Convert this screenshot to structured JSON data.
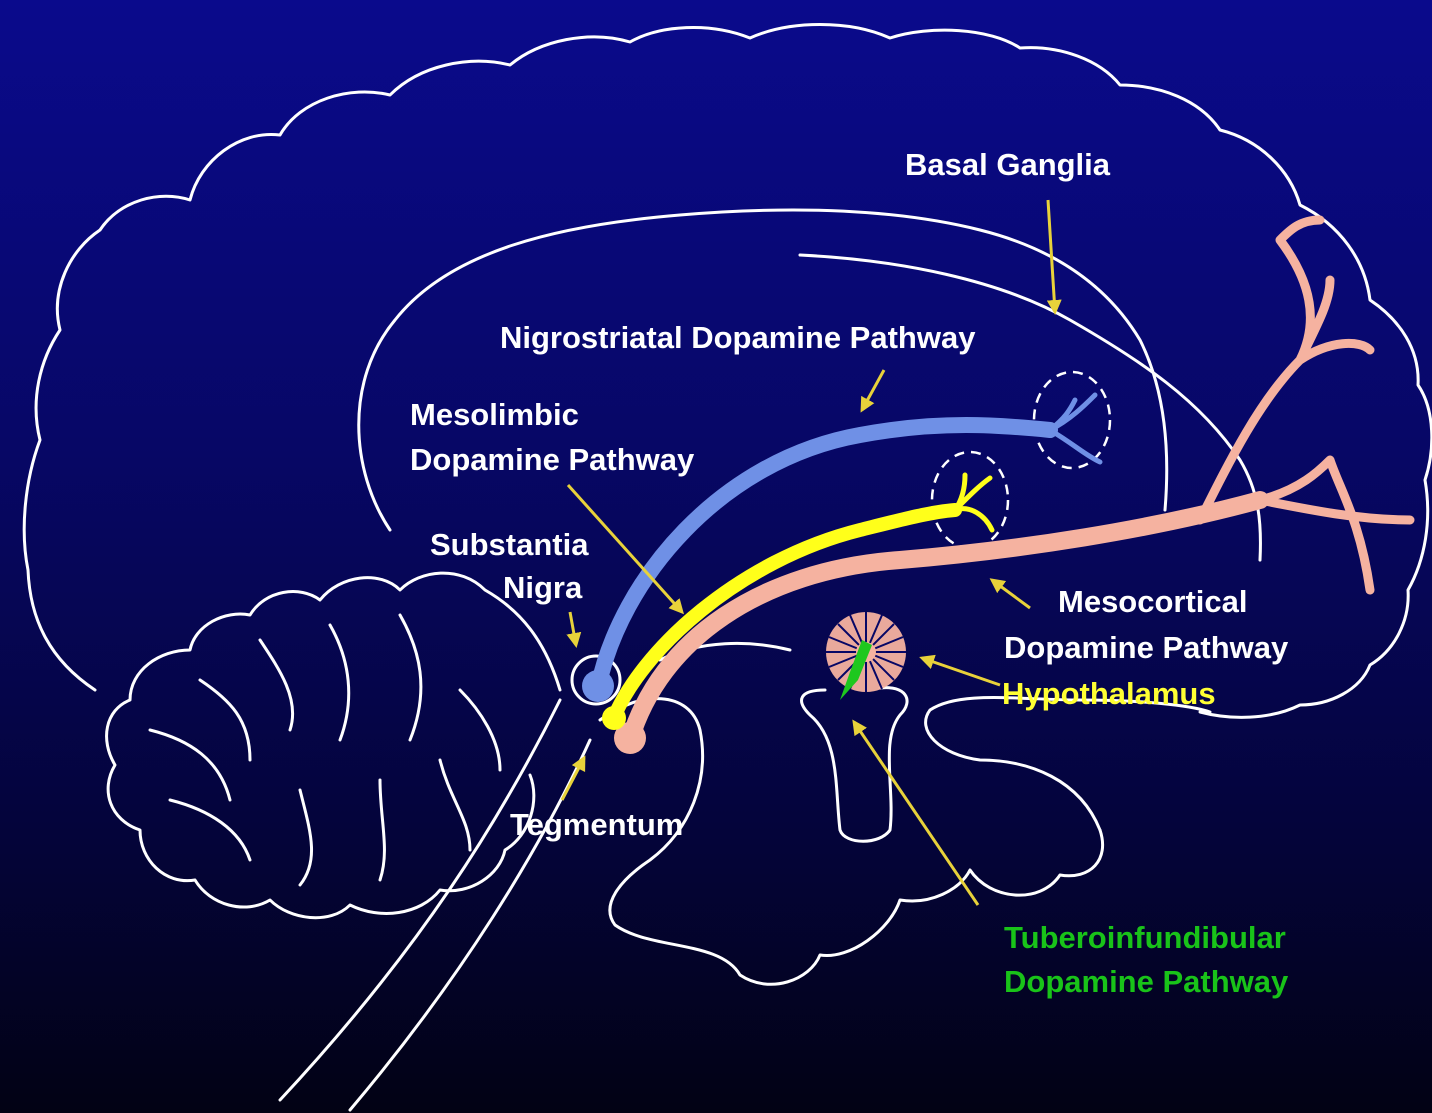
{
  "labels": {
    "basal_ganglia": "Basal Ganglia",
    "nigrostriatal": "Nigrostriatal Dopamine Pathway",
    "mesolimbic_1": "Mesolimbic",
    "mesolimbic_2": "Dopamine Pathway",
    "substantia_1": "Substantia",
    "substantia_2": "Nigra",
    "tegmentum": "Tegmentum",
    "mesocortical_1": "Mesocortical",
    "mesocortical_2": "Dopamine Pathway",
    "hypothalamus": "Hypothalamus",
    "tuberoinfundibular_1": "Tuberoinfundibular",
    "tuberoinfundibular_2": "Dopamine Pathway"
  },
  "colors": {
    "background_top": "#0a0a8c",
    "background_bottom": "#020214",
    "outline": "#ffffff",
    "nigrostriatal": "#6f90e6",
    "mesolimbic": "#ffff1a",
    "mesocortical": "#f5b2a0",
    "tuberoinfundibular": "#1ec81e",
    "arrow": "#e8d23a",
    "label_default": "#ffffff",
    "label_hypothalamus": "#ffff33",
    "label_tuberoinfundibular": "#19c319"
  }
}
